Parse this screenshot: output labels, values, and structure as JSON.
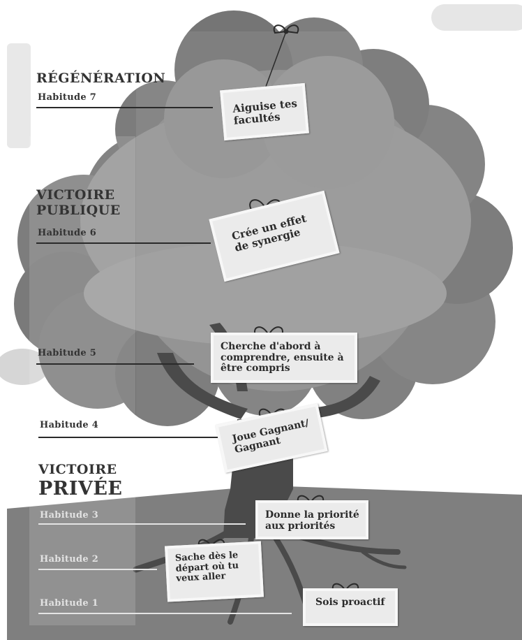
{
  "sections": {
    "regeneration": "RÉGÉNÉRATION",
    "public_line1": "VICTOIRE",
    "public_line2": "PUBLIQUE",
    "private_line1": "VICTOIRE",
    "private_line2": "PRIVÉE"
  },
  "habits": [
    {
      "label": "Habitude 7",
      "card": "Aiguise tes facultés"
    },
    {
      "label": "Habitude 6",
      "card": "Crée un effet de synergie"
    },
    {
      "label": "Habitude 5",
      "card": "Cherche d'abord à comprendre, ensuite à être compris"
    },
    {
      "label": "Habitude 4",
      "card": "Joue Gagnant/ Gagnant"
    },
    {
      "label": "Habitude 3",
      "card": "Donne la priorité aux priorités"
    },
    {
      "label": "Habitude 2",
      "card": "Sache dès le départ où tu veux aller"
    },
    {
      "label": "Habitude 1",
      "card": "Sois proactif"
    }
  ],
  "colors": {
    "canopy_dark": "#7f7f7f",
    "canopy_light": "#9f9f9f",
    "ground": "#7d7d7d",
    "trunk": "#4a4a4a",
    "text_dark": "#333333",
    "text_light": "#e2e2e2"
  }
}
